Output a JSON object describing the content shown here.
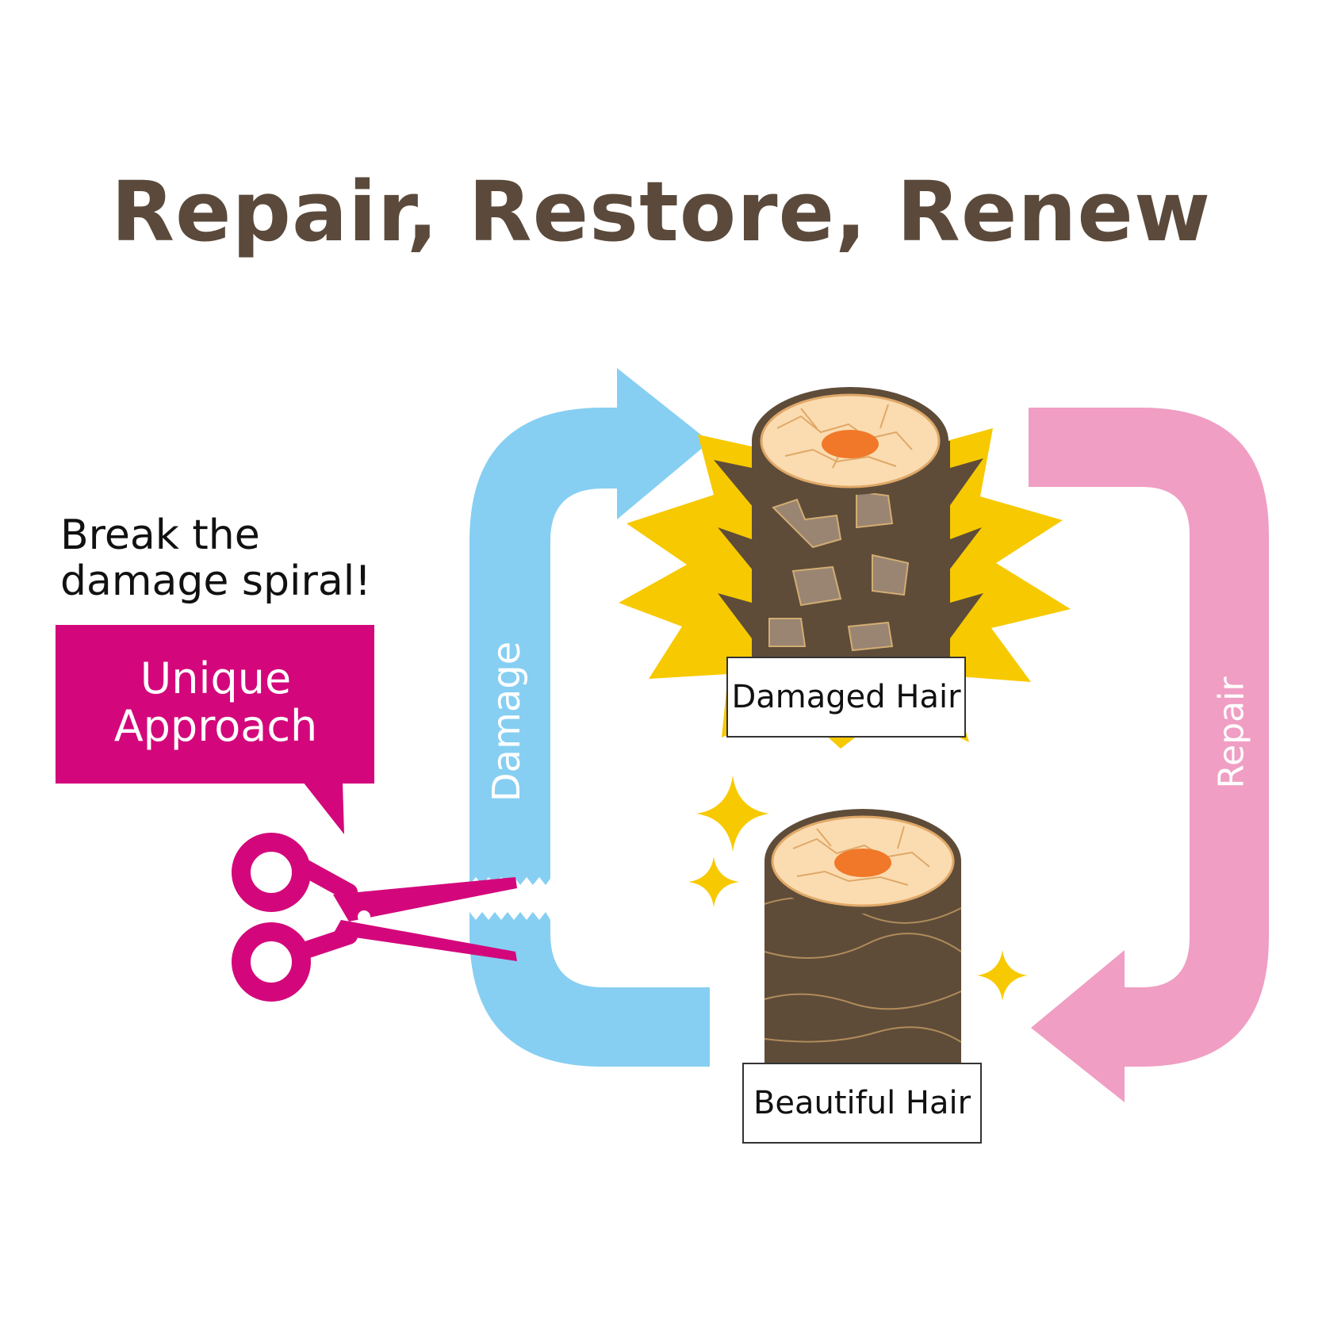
{
  "title": "Repair, Restore, Renew",
  "tagline": {
    "line1": "Break the",
    "line2": "damage spiral!"
  },
  "approach_bubble": {
    "line1": "Unique",
    "line2": "Approach"
  },
  "arrows": {
    "damage_label": "Damage",
    "repair_label": "Repair"
  },
  "hair": {
    "damaged_label": "Damaged Hair",
    "beautiful_label": "Beautiful Hair"
  },
  "icons": [
    "scissors-icon",
    "burst-icon",
    "sparkle-icon"
  ],
  "colors": {
    "title": "#5b4a3b",
    "damage_arrow": "#86cff2",
    "repair_arrow": "#f09ec3",
    "accent_magenta": "#d3077b",
    "burst": "#f7c900",
    "hair_bark": "#5e4c39",
    "hair_core": "#f07828",
    "hair_cross_section": "#fbdcb0"
  }
}
